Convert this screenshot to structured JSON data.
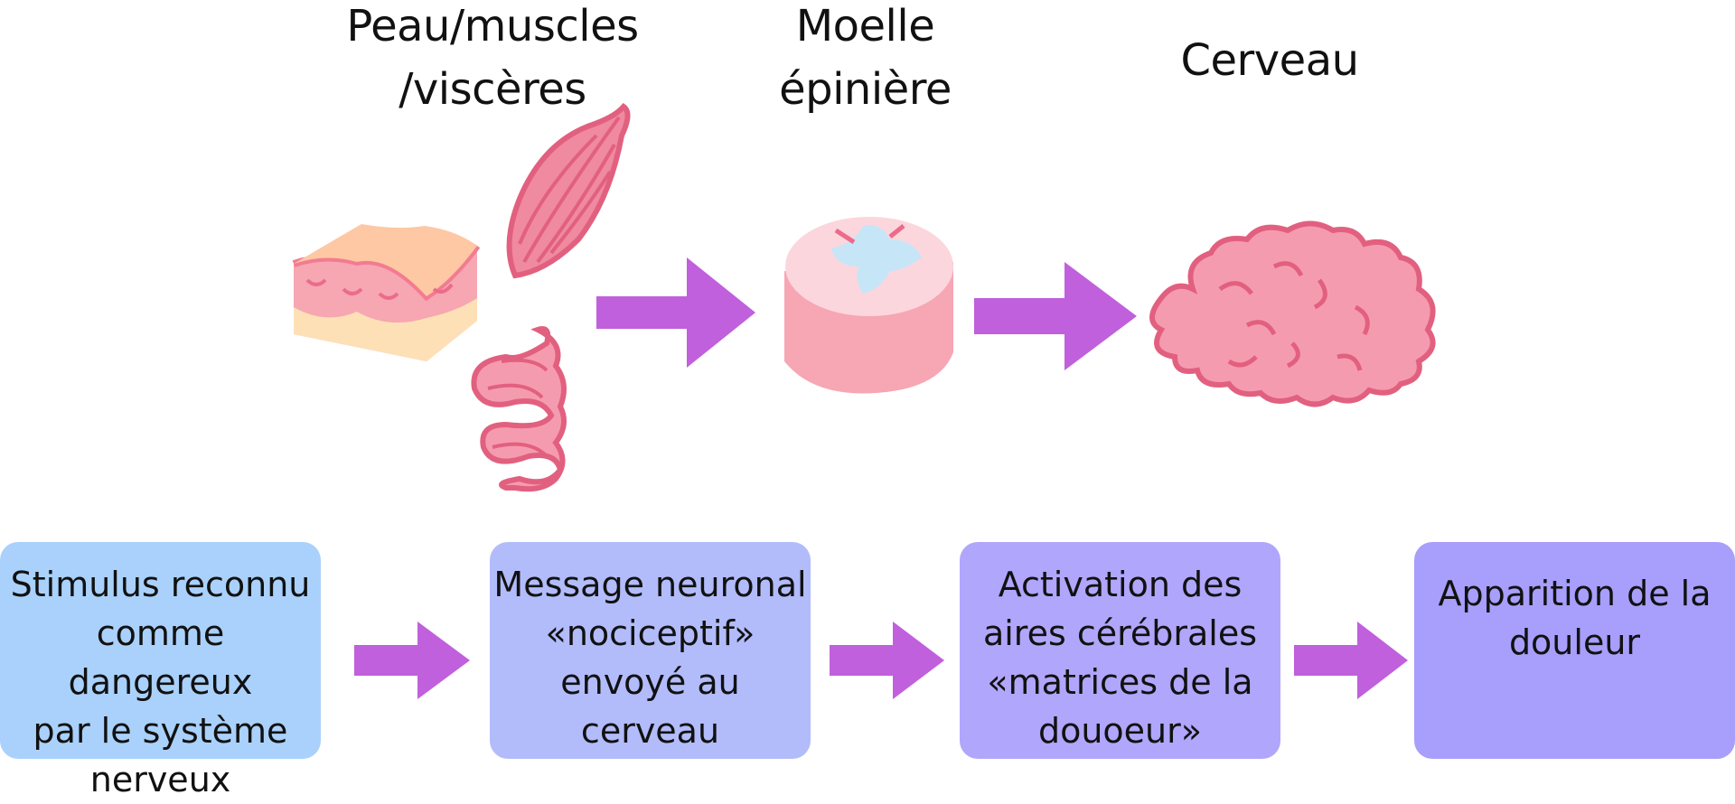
{
  "organ_labels": {
    "peau": "Peau/muscles\n/viscères",
    "moelle": "Moelle\népinière",
    "cerveau": "Cerveau"
  },
  "steps": [
    "Stimulus reconnu\ncomme dangereux\npar le système\nnerveux",
    "Message neuronal\n«nociceptif»\nenvoyé au cerveau",
    "Activation des\naires cérébrales\n«matrices de la\ndouoeur»",
    "Apparition de la\ndouleur"
  ],
  "colors": {
    "arrow": "#c060dc",
    "box_1": "#a9d1fb",
    "box_2": "#b2bcfb",
    "box_3": "#b0a6fb",
    "box_4": "#a89efb",
    "tissue_pink": "#f7a6b4",
    "tissue_outline": "#ec6b8b"
  },
  "icons": [
    "skin-layer-icon",
    "muscle-icon",
    "intestine-icon",
    "spinal-cord-icon",
    "brain-icon",
    "arrow-right-icon"
  ]
}
